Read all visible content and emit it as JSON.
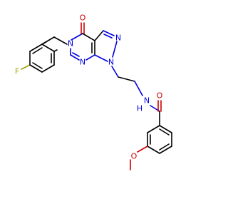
{
  "molecule": {
    "atoms": {
      "fluorine": "F",
      "carbonyl_oxygen_ring": "O",
      "ring_n5": "N",
      "ring_n_pyrazole_top": "N",
      "ring_n1": "N",
      "ring_n_pyrimidine_low": "N",
      "amide_n": "N",
      "amide_h": "H",
      "amide_oxygen": "O",
      "methoxy_oxygen": "O"
    },
    "colors": {
      "carbon_bond": "#000000",
      "nitrogen": "#0000e0",
      "oxygen": "#cc0000",
      "fluorine": "#a0a000",
      "background": "#ffffff"
    }
  }
}
